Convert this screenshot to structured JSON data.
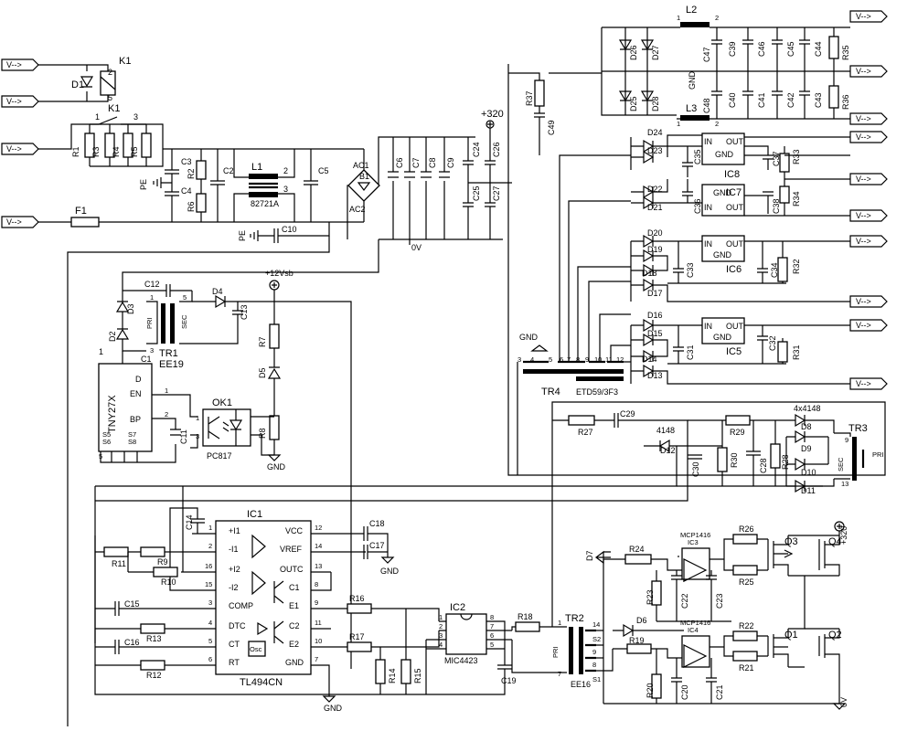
{
  "connectors": {
    "v_label": "V-->"
  },
  "input": {
    "K1": "K1",
    "D1": "D1",
    "pin2": "2",
    "pin5": "5",
    "pin1": "1",
    "pin3": "3",
    "R1": "R1",
    "R3": "R3",
    "R4": "R4",
    "R5": "R5",
    "F1": "F1",
    "C3": "C3",
    "C4": "C4",
    "PE": "PE",
    "R2": "R2",
    "R6": "R6",
    "C2": "C2",
    "L1": "L1",
    "L1_value": "82721A",
    "C5": "C5",
    "AC1": "AC1",
    "AC2": "AC2",
    "B1": "B1",
    "C10": "C10",
    "C6": "C6",
    "C7": "C7",
    "C8": "C8",
    "C9": "C9",
    "C24": "C24",
    "C25": "C25",
    "C26": "C26",
    "C27": "C27",
    "ov": "0V",
    "plus320": "+320"
  },
  "standby": {
    "C12": "C12",
    "D3": "D3",
    "D2": "D2",
    "D4": "D4",
    "C13": "C13",
    "C11": "C11",
    "TR1": "TR1",
    "TR1_core": "EE19",
    "pri": "PRI",
    "sec": "SEC",
    "plus12vsb": "+12Vsb",
    "R7": "R7",
    "R8": "R8",
    "D5": "D5",
    "gnd": "GND",
    "IC_label": "TNY27X",
    "C1": "C1",
    "pin_D": "D",
    "pin_EN": "EN",
    "pin_BP": "BP",
    "S5": "S5",
    "S6": "S6",
    "S7": "S7",
    "S8": "S8",
    "OK1": "OK1",
    "OK1_part": "PC817"
  },
  "controller": {
    "IC1": "IC1",
    "part": "TL494CN",
    "pins_left": [
      "+I1",
      "-I1",
      "+I2",
      "-I2",
      "COMP",
      "DTC",
      "CT",
      "RT"
    ],
    "pins_left_num": [
      "1",
      "2",
      "16",
      "15",
      "3",
      "4",
      "5",
      "6"
    ],
    "pins_right": [
      "VCC",
      "VREF",
      "OUTC",
      "C1",
      "E1",
      "C2",
      "E2",
      "GND"
    ],
    "pins_right_num": [
      "12",
      "14",
      "13",
      "8",
      "9",
      "11",
      "10",
      "7"
    ],
    "osc": "Osc",
    "C14": "C14",
    "C15": "C15",
    "C16": "C16",
    "C17": "C17",
    "C18": "C18",
    "R9": "R9",
    "R10": "R10",
    "R11": "R11",
    "R12": "R12",
    "R13": "R13",
    "R14": "R14",
    "R15": "R15",
    "R16": "R16",
    "R17": "R17",
    "R18": "R18",
    "C19": "C19",
    "IC2": "IC2",
    "IC2_part": "MIC4423",
    "IC2_pins": [
      "1",
      "2",
      "3",
      "4",
      "5",
      "6",
      "7",
      "8"
    ]
  },
  "driver": {
    "TR2": "TR2",
    "TR2_core": "EE16",
    "pri": "PRI",
    "s1": "S1",
    "s2": "S2",
    "pin1": "1",
    "pin7": "7",
    "pin14": "14",
    "pin9": "9",
    "pin8": "8",
    "D6": "D6",
    "D7": "D7",
    "R19": "R19",
    "R20": "R20",
    "R21": "R21",
    "R22": "R22",
    "R23": "R23",
    "R24": "R24",
    "R25": "R25",
    "R26": "R26",
    "C20": "C20",
    "C21": "C21",
    "C22": "C22",
    "C23": "C23",
    "IC3": "IC3",
    "IC4": "IC4",
    "mcp": "MCP1416",
    "Q1": "Q1",
    "Q2": "Q2",
    "Q3": "Q3",
    "Q4": "Q4",
    "plus320": "+320",
    "ov": "0V"
  },
  "feedback": {
    "TR3": "TR3",
    "pri": "PRI",
    "sec": "SEC",
    "pin9": "9",
    "pin13": "13",
    "D_array": "4x4148",
    "D8": "D8",
    "D9": "D9",
    "D10": "D10",
    "D11": "D11",
    "D12": "D12",
    "D12_part": "4148",
    "R27": "R27",
    "R28": "R28",
    "R29": "R29",
    "R30": "R30",
    "C28": "C28",
    "C29": "C29",
    "C30": "C30"
  },
  "transformer": {
    "TR4": "TR4",
    "core": "ETD59/3F3",
    "gnd": "GND",
    "pins": [
      "3",
      "4",
      "5",
      "6",
      "7",
      "8",
      "9",
      "10",
      "11",
      "12"
    ],
    "R37": "R37",
    "C49": "C49"
  },
  "outputs": {
    "L2": "L2",
    "L3": "L3",
    "pin1": "1",
    "pin2": "2",
    "D25": "D25",
    "D26": "D26",
    "D27": "D27",
    "D28": "D28",
    "C39": "C39",
    "C40": "C40",
    "C41": "C41",
    "C42": "C42",
    "C43": "C43",
    "C44": "C44",
    "C45": "C45",
    "C46": "C46",
    "C47": "C47",
    "C48": "C48",
    "R35": "R35",
    "R36": "R36",
    "gnd": "GND",
    "D13": "D13",
    "D14": "D14",
    "D15": "D15",
    "D16": "D16",
    "D17": "D17",
    "D18": "D18",
    "D19": "D19",
    "D20": "D20",
    "D21": "D21",
    "D22": "D22",
    "D23": "D23",
    "D24": "D24",
    "IC5": "IC5",
    "IC6": "IC6",
    "IC7": "IC7",
    "IC8": "IC8",
    "reg_in": "IN",
    "reg_out": "OUT",
    "reg_gnd": "GND",
    "C31": "C31",
    "C32": "C32",
    "C33": "C33",
    "C34": "C34",
    "C35": "C35",
    "C36": "C36",
    "C37": "C37",
    "C38": "C38",
    "R31": "R31",
    "R32": "R32",
    "R33": "R33",
    "R34": "R34"
  }
}
